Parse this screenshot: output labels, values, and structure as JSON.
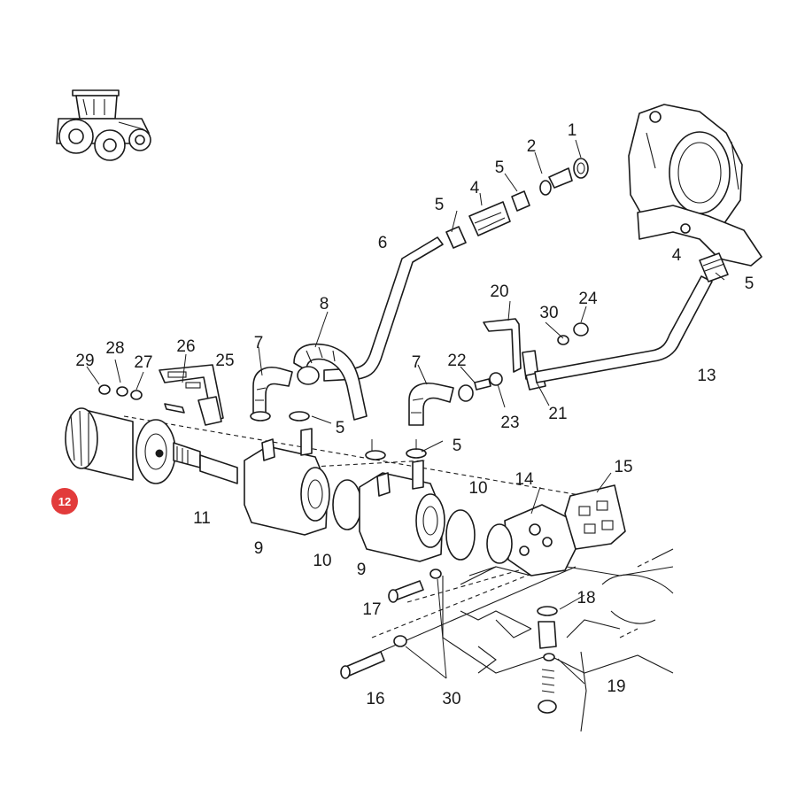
{
  "badge": {
    "label": "12",
    "color": "#e23b3b"
  },
  "callouts": {
    "c1": "1",
    "c2": "2",
    "c4a": "4",
    "c4b": "4",
    "c5a": "5",
    "c5b": "5",
    "c5c": "5",
    "c5d": "5",
    "c5e": "5",
    "c6": "6",
    "c7a": "7",
    "c7b": "7",
    "c8": "8",
    "c9a": "9",
    "c9b": "9",
    "c10a": "10",
    "c10b": "10",
    "c11": "11",
    "c13": "13",
    "c14": "14",
    "c15": "15",
    "c16": "16",
    "c17": "17",
    "c18": "18",
    "c19": "19",
    "c20": "20",
    "c21": "21",
    "c22": "22",
    "c23": "23",
    "c24": "24",
    "c25": "25",
    "c26": "26",
    "c27": "27",
    "c28": "28",
    "c29": "29",
    "c30a": "30",
    "c30b": "30"
  },
  "icons": {
    "vehicle": "tractor-icon"
  },
  "colors": {
    "line": "#1a1a1a",
    "background": "#ffffff"
  }
}
